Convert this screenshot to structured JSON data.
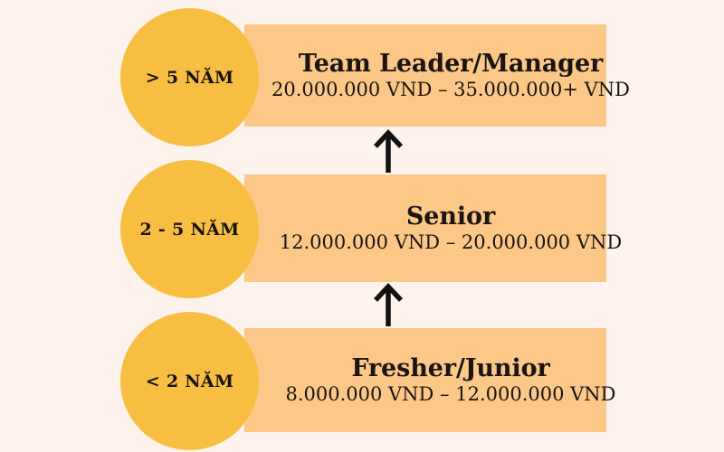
{
  "diagram": {
    "title_semantic": "career-level-salary-ladder",
    "colors": {
      "background": "#FDF2EC",
      "bar": "#FCC887",
      "circle": "#F7BE41",
      "text": "#1A1512",
      "arrow": "#111111"
    },
    "tiers": [
      {
        "id": "team-leader-manager",
        "experience": "> 5 NĂM",
        "role": "Team Leader/Manager",
        "salary": "20.000.000 VND – 35.000.000+ VND"
      },
      {
        "id": "senior",
        "experience": "2 - 5 NĂM",
        "role": "Senior",
        "salary": "12.000.000 VND – 20.000.000 VND"
      },
      {
        "id": "fresher-junior",
        "experience": "< 2 NĂM",
        "role": "Fresher/Junior",
        "salary": "8.000.000 VND – 12.000.000 VND"
      }
    ],
    "connectors": [
      {
        "id": "arrow-junior-to-senior",
        "icon": "arrow-up-icon",
        "direction": "up"
      },
      {
        "id": "arrow-senior-to-manager",
        "icon": "arrow-up-icon",
        "direction": "up"
      }
    ]
  }
}
